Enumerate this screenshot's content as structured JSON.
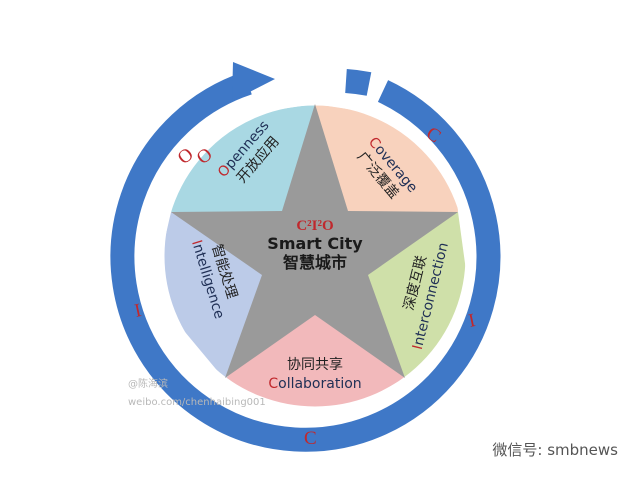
{
  "center": {
    "title": "C²I²O",
    "line1": "Smart City",
    "line2": "智慧城市"
  },
  "ring": {
    "labels": [
      "O",
      "I",
      "C",
      "C",
      "I",
      "O"
    ],
    "color": "#3f78c7"
  },
  "sectors": [
    {
      "id": "openness",
      "en_initial": "O",
      "en_rest": "penness",
      "zh": "开放应用",
      "color": "#a9d8e3"
    },
    {
      "id": "coverage",
      "en_initial": "C",
      "en_rest": "overage",
      "zh": "广泛覆盖",
      "color": "#f8d2bd"
    },
    {
      "id": "interconnection",
      "en_initial": "I",
      "en_rest": "nterconnection",
      "zh": "深度互联",
      "color": "#cfe0a9"
    },
    {
      "id": "collaboration",
      "en_initial": "C",
      "en_rest": "ollaboration",
      "zh": "协同共享",
      "color": "#f2b9bb"
    },
    {
      "id": "intelligence",
      "en_initial": "I",
      "en_rest": "ntelligence",
      "zh": "智能处理",
      "color": "#bccbe8"
    }
  ],
  "star_color": "#9a9a9a",
  "watermark": {
    "line1": "@陈海滨",
    "line2": "weibo.com/chenhaibing001"
  },
  "wechat": "微信号: smbnews"
}
